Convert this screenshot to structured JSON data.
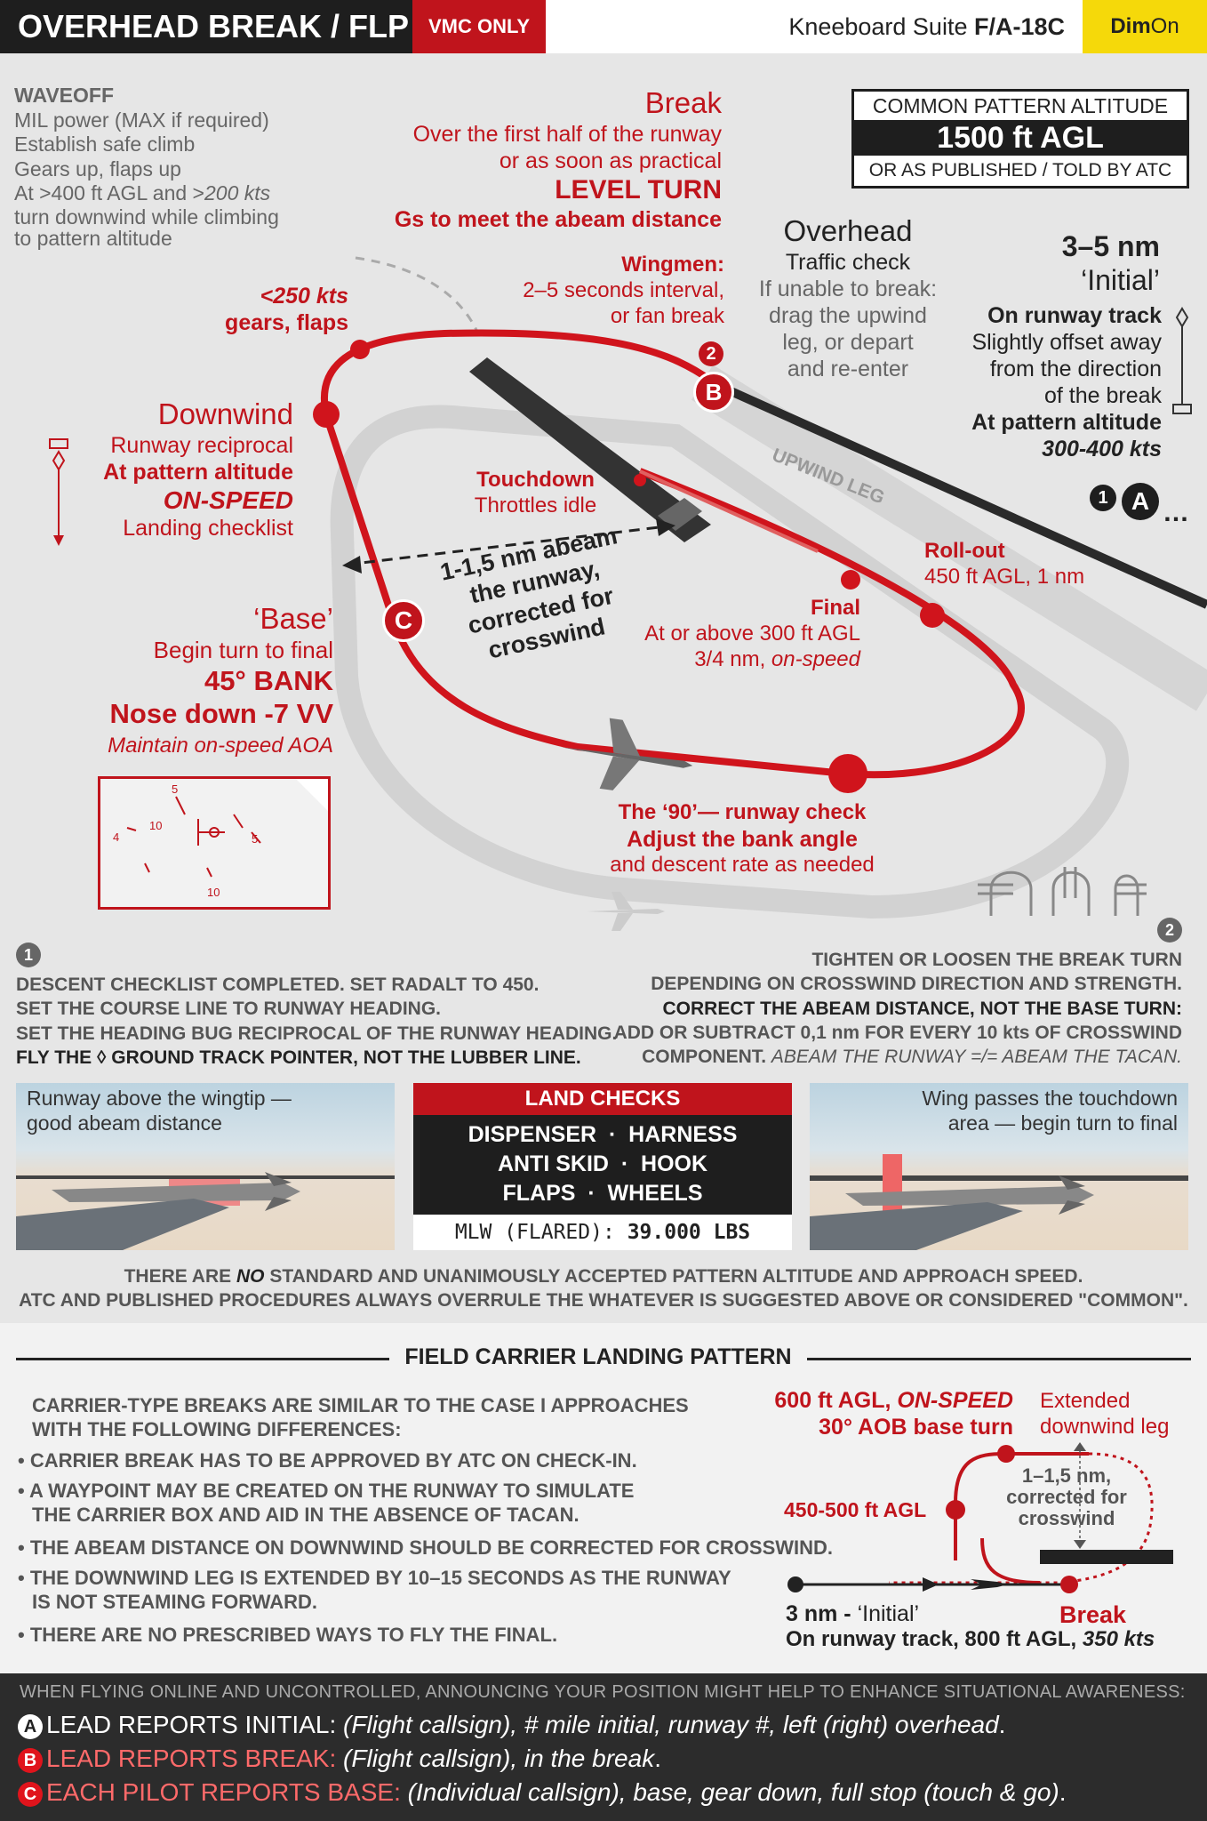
{
  "header": {
    "title": "OVERHEAD BREAK / FLP",
    "vmc": "VMC ONLY",
    "suite_prefix": "Kneeboard Suite ",
    "suite_aircraft": "F/A-18C",
    "dim_a": "Dim",
    "dim_b": "On"
  },
  "waveoff": {
    "title": "WAVEOFF",
    "l1": "MIL power (MAX if required)",
    "l2": "Establish safe climb",
    "l3": "Gears up, flaps up",
    "l4a": "At >400 ft AGL and >",
    "l4b": "200 kts",
    "l5": "turn downwind while climbing",
    "l6": "to pattern altitude"
  },
  "break": {
    "title": "Break",
    "l1": "Over the first half of the runway",
    "l2": "or as soon as practical",
    "l3": "LEVEL TURN",
    "l4": "Gs to meet the abeam distance"
  },
  "pattern_alt": {
    "top": "COMMON PATTERN ALTITUDE",
    "value": "1500 ft AGL",
    "bottom": "OR AS PUBLISHED / TOLD BY ATC"
  },
  "overhead": {
    "title": "Overhead",
    "l1": "Traffic check",
    "l2": "If unable to break:",
    "l3": "drag the upwind",
    "l4": "leg, or depart",
    "l5": "and re-enter"
  },
  "wingmen": {
    "title": "Wingmen:",
    "l1": "2–5 seconds interval,",
    "l2": "or fan break"
  },
  "initial": {
    "dist": "3–5 nm",
    "name": "‘Initial’",
    "l1": "On runway track",
    "l2": "Slightly offset away",
    "l3": "from the direction",
    "l4": "of the break",
    "l5": "At pattern altitude",
    "l6": "300-400 kts"
  },
  "speedgear": {
    "l1": "<250 kts",
    "l2": "gears, flaps"
  },
  "downwind": {
    "title": "Downwind",
    "l1": "Runway reciprocal",
    "l2": "At pattern altitude",
    "l3": "ON-SPEED",
    "l4": "Landing checklist"
  },
  "touchdown": {
    "title": "Touchdown",
    "l1": "Throttles idle"
  },
  "upwind": "UPWIND LEG",
  "abeam": {
    "l1": "1-1,5 nm abeam",
    "l2": "the runway,",
    "l3": "corrected for",
    "l4": "crosswind"
  },
  "rollout": {
    "title": "Roll-out",
    "l1": "450 ft AGL, 1 nm"
  },
  "final": {
    "title": "Final",
    "l1": "At or above 300 ft AGL",
    "l2a": "3/4 nm, ",
    "l2b": "on-speed"
  },
  "base": {
    "title": "‘Base’",
    "l1": "Begin turn to final",
    "l2": "45° BANK",
    "l3": "Nose down -7 VV",
    "l4": "Maintain on-speed AOA"
  },
  "ninety": {
    "title": "The ‘90’— runway check",
    "l1": "Adjust the bank angle",
    "l2": "and descent rate as needed"
  },
  "hud": {
    "t1": "5",
    "t2": "10",
    "t3": "5",
    "t4": "10",
    "t5": "4"
  },
  "markers": {
    "A": "A",
    "B": "B",
    "C": "C",
    "n1": "1",
    "n2": "2"
  },
  "note1": {
    "l1": "DESCENT CHECKLIST COMPLETED. SET RADALT TO 450.",
    "l2": "SET THE COURSE LINE TO RUNWAY HEADING.",
    "l3": "SET THE HEADING BUG RECIPROCAL OF THE RUNWAY HEADING.",
    "l4a": "FLY THE ",
    "l4b": " GROUND TRACK POINTER, NOT THE LUBBER LINE."
  },
  "note2": {
    "l1": "TIGHTEN OR LOOSEN THE BREAK TURN",
    "l2": "DEPENDING ON CROSSWIND DIRECTION AND STRENGTH.",
    "l3": "CORRECT THE ABEAM DISTANCE, NOT THE BASE TURN:",
    "l4": "ADD OR SUBTRACT 0,1 nm FOR EVERY 10 kts OF CROSSWIND",
    "l5a": "COMPONENT. ",
    "l5b": "ABEAM THE RUNWAY =/= ABEAM THE TACAN."
  },
  "photo_left": {
    "l1": "Runway above the wingtip —",
    "l2": "good abeam distance"
  },
  "photo_right": {
    "l1": "Wing passes the touchdown",
    "l2": "area — begin turn to final"
  },
  "land_checks": {
    "title": "LAND CHECKS",
    "r1a": "DISPENSER",
    "r1b": "HARNESS",
    "r2a": "ANTI SKID",
    "r2b": "HOOK",
    "r3a": "FLAPS",
    "r3b": "WHEELS",
    "mlw_label": "MLW (FLARED): ",
    "mlw_value": "39.000 LBS"
  },
  "disclaimer": {
    "l1a": "THERE ARE ",
    "l1b": "NO",
    "l1c": " STANDARD AND UNANIMOUSLY ACCEPTED PATTERN ALTITUDE AND APPROACH SPEED.",
    "l2": "ATC AND PUBLISHED PROCEDURES ALWAYS OVERRULE THE WHATEVER IS SUGGESTED ABOVE OR CONSIDERED \"COMMON\"."
  },
  "flp": {
    "title": "FIELD CARRIER LANDING PATTERN",
    "intro1": "CARRIER-TYPE BREAKS ARE SIMILAR TO THE CASE I APPROACHES",
    "intro2": "WITH THE FOLLOWING DIFFERENCES:",
    "b1": "• CARRIER BREAK HAS TO BE APPROVED BY ATC ON CHECK-IN.",
    "b2a": "• A WAYPOINT MAY BE CREATED ON THE RUNWAY TO SIMULATE",
    "b2b": "THE CARRIER BOX AND AID IN THE ABSENCE OF TACAN.",
    "b3": "• THE ABEAM DISTANCE ON DOWNWIND SHOULD BE CORRECTED FOR CROSSWIND.",
    "b4a": "• THE DOWNWIND LEG IS EXTENDED BY 10–15 SECONDS AS THE RUNWAY",
    "b4b": "IS NOT STEAMING FORWARD.",
    "b5": "• THERE ARE NO PRESCRIBED WAYS TO FLY THE FINAL.",
    "alt600a": "600 ft AGL, ",
    "alt600b": "ON-SPEED",
    "aob": "30° AOB base turn",
    "ext1": "Extended",
    "ext2": "downwind leg",
    "d1": "1–1,5 nm,",
    "d2": "corrected for",
    "d3": "crosswind",
    "alt450": "450-500 ft AGL",
    "brk": "Break",
    "init_a": "3 nm - ",
    "init_b": "‘Initial’",
    "track_a": "On runway track, 800 ft AGL, ",
    "track_b": "350 kts"
  },
  "footer": {
    "intro": "WHEN FLYING ONLINE AND UNCONTROLLED, ANNOUNCING YOUR POSITION MIGHT HELP TO ENHANCE SITUATIONAL AWARENESS:",
    "a_key": "LEAD REPORTS INITIAL:",
    "a_val": " (Flight callsign), # mile initial, runway #, left (right) overhead",
    "b_key": "LEAD REPORTS BREAK:",
    "b_val": " (Flight callsign), in the break",
    "c_key": "EACH PILOT REPORTS BASE:",
    "c_val": " (Individual callsign), base, gear down, full stop (touch & go)",
    "dot": "."
  },
  "colors": {
    "red": "#c0141c",
    "dark": "#1e1e1e",
    "yellow": "#f5d90a",
    "bg": "#e6e6e6"
  }
}
